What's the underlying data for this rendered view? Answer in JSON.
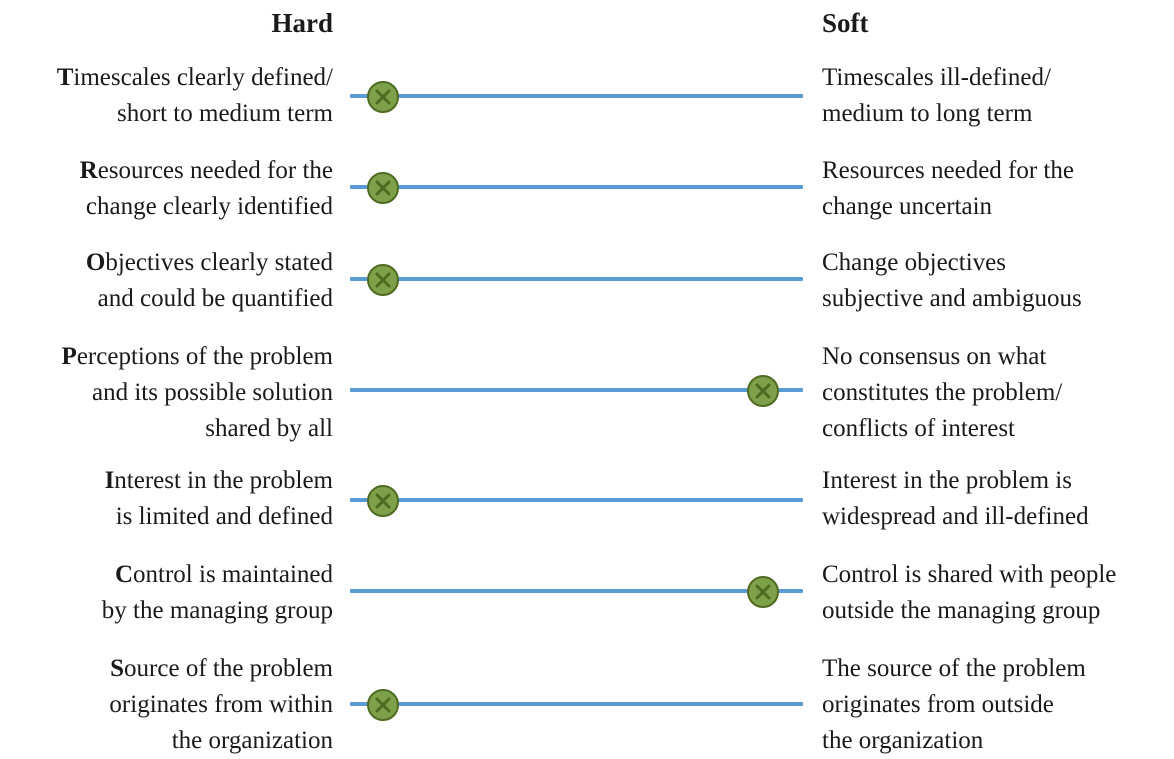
{
  "headings": {
    "hard": "Hard",
    "soft": "Soft"
  },
  "colors": {
    "line": "#5b9bd5",
    "marker_fill": "#7ea04a",
    "marker_border": "#4f6b22"
  },
  "scale": {
    "left_end": "Hard",
    "right_end": "Soft"
  },
  "rows": [
    {
      "initial": "T",
      "hard_rest_line1": "imescales clearly defined/",
      "hard_lines": [
        "short to medium term"
      ],
      "soft_lines": [
        "Timescales ill-defined/",
        "medium to long term"
      ],
      "marker": "hard"
    },
    {
      "initial": "R",
      "hard_rest_line1": "esources needed for the",
      "hard_lines": [
        "change clearly identified"
      ],
      "soft_lines": [
        "Resources needed for the",
        "change uncertain"
      ],
      "marker": "hard"
    },
    {
      "initial": "O",
      "hard_rest_line1": "bjectives clearly stated",
      "hard_lines": [
        "and could be quantified"
      ],
      "soft_lines": [
        "Change objectives",
        "subjective and ambiguous"
      ],
      "marker": "hard"
    },
    {
      "initial": "P",
      "hard_rest_line1": "erceptions of the problem",
      "hard_lines": [
        "and its possible solution",
        "shared by all"
      ],
      "soft_lines": [
        "No consensus on what",
        "constitutes the problem/",
        "conflicts of interest"
      ],
      "marker": "soft"
    },
    {
      "initial": "I",
      "hard_rest_line1": "nterest in the problem",
      "hard_lines": [
        "is limited and defined"
      ],
      "soft_lines": [
        "Interest in the problem is",
        "widespread and ill-defined"
      ],
      "marker": "hard"
    },
    {
      "initial": "C",
      "hard_rest_line1": "ontrol is maintained",
      "hard_lines": [
        "by the managing group"
      ],
      "soft_lines": [
        "Control is shared with people",
        "outside the managing group"
      ],
      "marker": "soft"
    },
    {
      "initial": "S",
      "hard_rest_line1": "ource of the problem",
      "hard_lines": [
        "originates from within",
        "the organization"
      ],
      "soft_lines": [
        "The source of the problem",
        "originates from outside",
        "the organization"
      ],
      "marker": "hard"
    }
  ]
}
